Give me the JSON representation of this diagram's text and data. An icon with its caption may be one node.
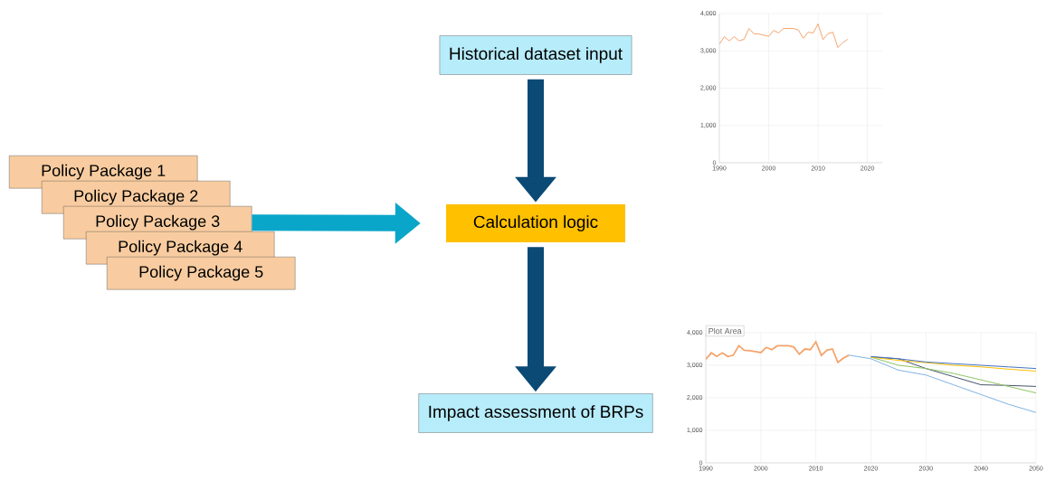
{
  "diagram": {
    "nodes": [
      {
        "text": [
          "Policy Package 1"
        ]
      },
      {
        "text": [
          "Policy Package 2"
        ]
      },
      {
        "text": [
          "Policy Package 3"
        ]
      },
      {
        "text": [
          "Policy Package 4"
        ]
      },
      {
        "text": [
          "Policy Package 5"
        ]
      },
      {
        "text": [
          "Historical dataset input"
        ]
      },
      {
        "text": [
          "Calculation logic"
        ]
      },
      {
        "text": [
          "Impact assessment of BRPs"
        ]
      }
    ],
    "edges": [
      {
        "from": 2,
        "to": 6,
        "arrow": "to",
        "color": "#0aa6c9"
      },
      {
        "from": 5,
        "to": 6,
        "arrow": "to"
      },
      {
        "from": 6,
        "to": 7,
        "arrow": "to"
      }
    ],
    "labels": [
      "4,000",
      "3,000",
      "2,000",
      "1,000",
      "0",
      "1990",
      "2000",
      "2010",
      "2020",
      "Plot Area"
    ],
    "chart_data": {
      "type": "line",
      "x": [
        1990,
        1991,
        1992,
        1993,
        1994,
        1995,
        1996,
        1997,
        1998,
        1999,
        2000,
        2001,
        2002,
        2003,
        2004,
        2005,
        2006,
        2007,
        2008,
        2009,
        2010,
        2011,
        2012,
        2013,
        2014,
        2015,
        2016,
        2020,
        2025,
        2030,
        2035,
        2040,
        2045,
        2050
      ],
      "series": [
        {
          "color": "#f4a46c",
          "values": [
            3180,
            3380,
            3270,
            3380,
            3270,
            3310,
            3600,
            3460,
            3450,
            3420,
            3390,
            3550,
            3480,
            3600,
            3600,
            3600,
            3560,
            3340,
            3500,
            3480,
            3720,
            3300,
            3460,
            3500,
            3090,
            3220,
            3310,
            null,
            null,
            null,
            null,
            null,
            null,
            null
          ]
        },
        {
          "color": "#7fb2e5",
          "values": [
            null,
            null,
            null,
            null,
            null,
            null,
            null,
            null,
            null,
            null,
            null,
            null,
            null,
            null,
            null,
            null,
            null,
            null,
            null,
            null,
            null,
            null,
            null,
            null,
            null,
            null,
            3310,
            3200,
            2850,
            2700,
            2400,
            2100,
            1800,
            1550
          ]
        },
        {
          "color": "#44546a",
          "values": [
            null,
            null,
            null,
            null,
            null,
            null,
            null,
            null,
            null,
            null,
            null,
            null,
            null,
            null,
            null,
            null,
            null,
            null,
            null,
            null,
            null,
            null,
            null,
            null,
            null,
            null,
            null,
            3250,
            3200,
            2900,
            2650,
            2400,
            2380,
            2350
          ]
        },
        {
          "color": "#8fc462",
          "values": [
            null,
            null,
            null,
            null,
            null,
            null,
            null,
            null,
            null,
            null,
            null,
            null,
            null,
            null,
            null,
            null,
            null,
            null,
            null,
            null,
            null,
            null,
            null,
            null,
            null,
            null,
            null,
            3250,
            3000,
            2900,
            2750,
            2550,
            2350,
            2150
          ]
        },
        {
          "color": "#ffc000",
          "values": [
            null,
            null,
            null,
            null,
            null,
            null,
            null,
            null,
            null,
            null,
            null,
            null,
            null,
            null,
            null,
            null,
            null,
            null,
            null,
            null,
            null,
            null,
            null,
            null,
            null,
            null,
            null,
            3250,
            3150,
            3080,
            3000,
            2950,
            2880,
            2820
          ]
        },
        {
          "color": "#4472c4",
          "values": [
            null,
            null,
            null,
            null,
            null,
            null,
            null,
            null,
            null,
            null,
            null,
            null,
            null,
            null,
            null,
            null,
            null,
            null,
            null,
            null,
            null,
            null,
            null,
            null,
            null,
            null,
            null,
            3270,
            3200,
            3100,
            3050,
            3000,
            2950,
            2900
          ]
        }
      ],
      "xlim": [
        1990,
        2050
      ],
      "ylim": [
        0,
        4000
      ],
      "grid": true,
      "xticks": [
        {
          "value": 1990,
          "label": "1990"
        },
        {
          "value": 2000,
          "label": "2000"
        },
        {
          "value": 2010,
          "label": "2010"
        },
        {
          "value": 2020,
          "label": "2020"
        },
        {
          "value": 2030,
          "label": "2030"
        },
        {
          "value": 2040,
          "label": "2040"
        },
        {
          "value": 2050,
          "label": "2050"
        }
      ],
      "yticks": [
        {
          "value": 0,
          "label": "0"
        },
        {
          "value": 1000,
          "label": "1,000"
        },
        {
          "value": 2000,
          "label": "2,000"
        },
        {
          "value": 3000,
          "label": "3,000"
        },
        {
          "value": 4000,
          "label": "4,000"
        }
      ]
    }
  }
}
